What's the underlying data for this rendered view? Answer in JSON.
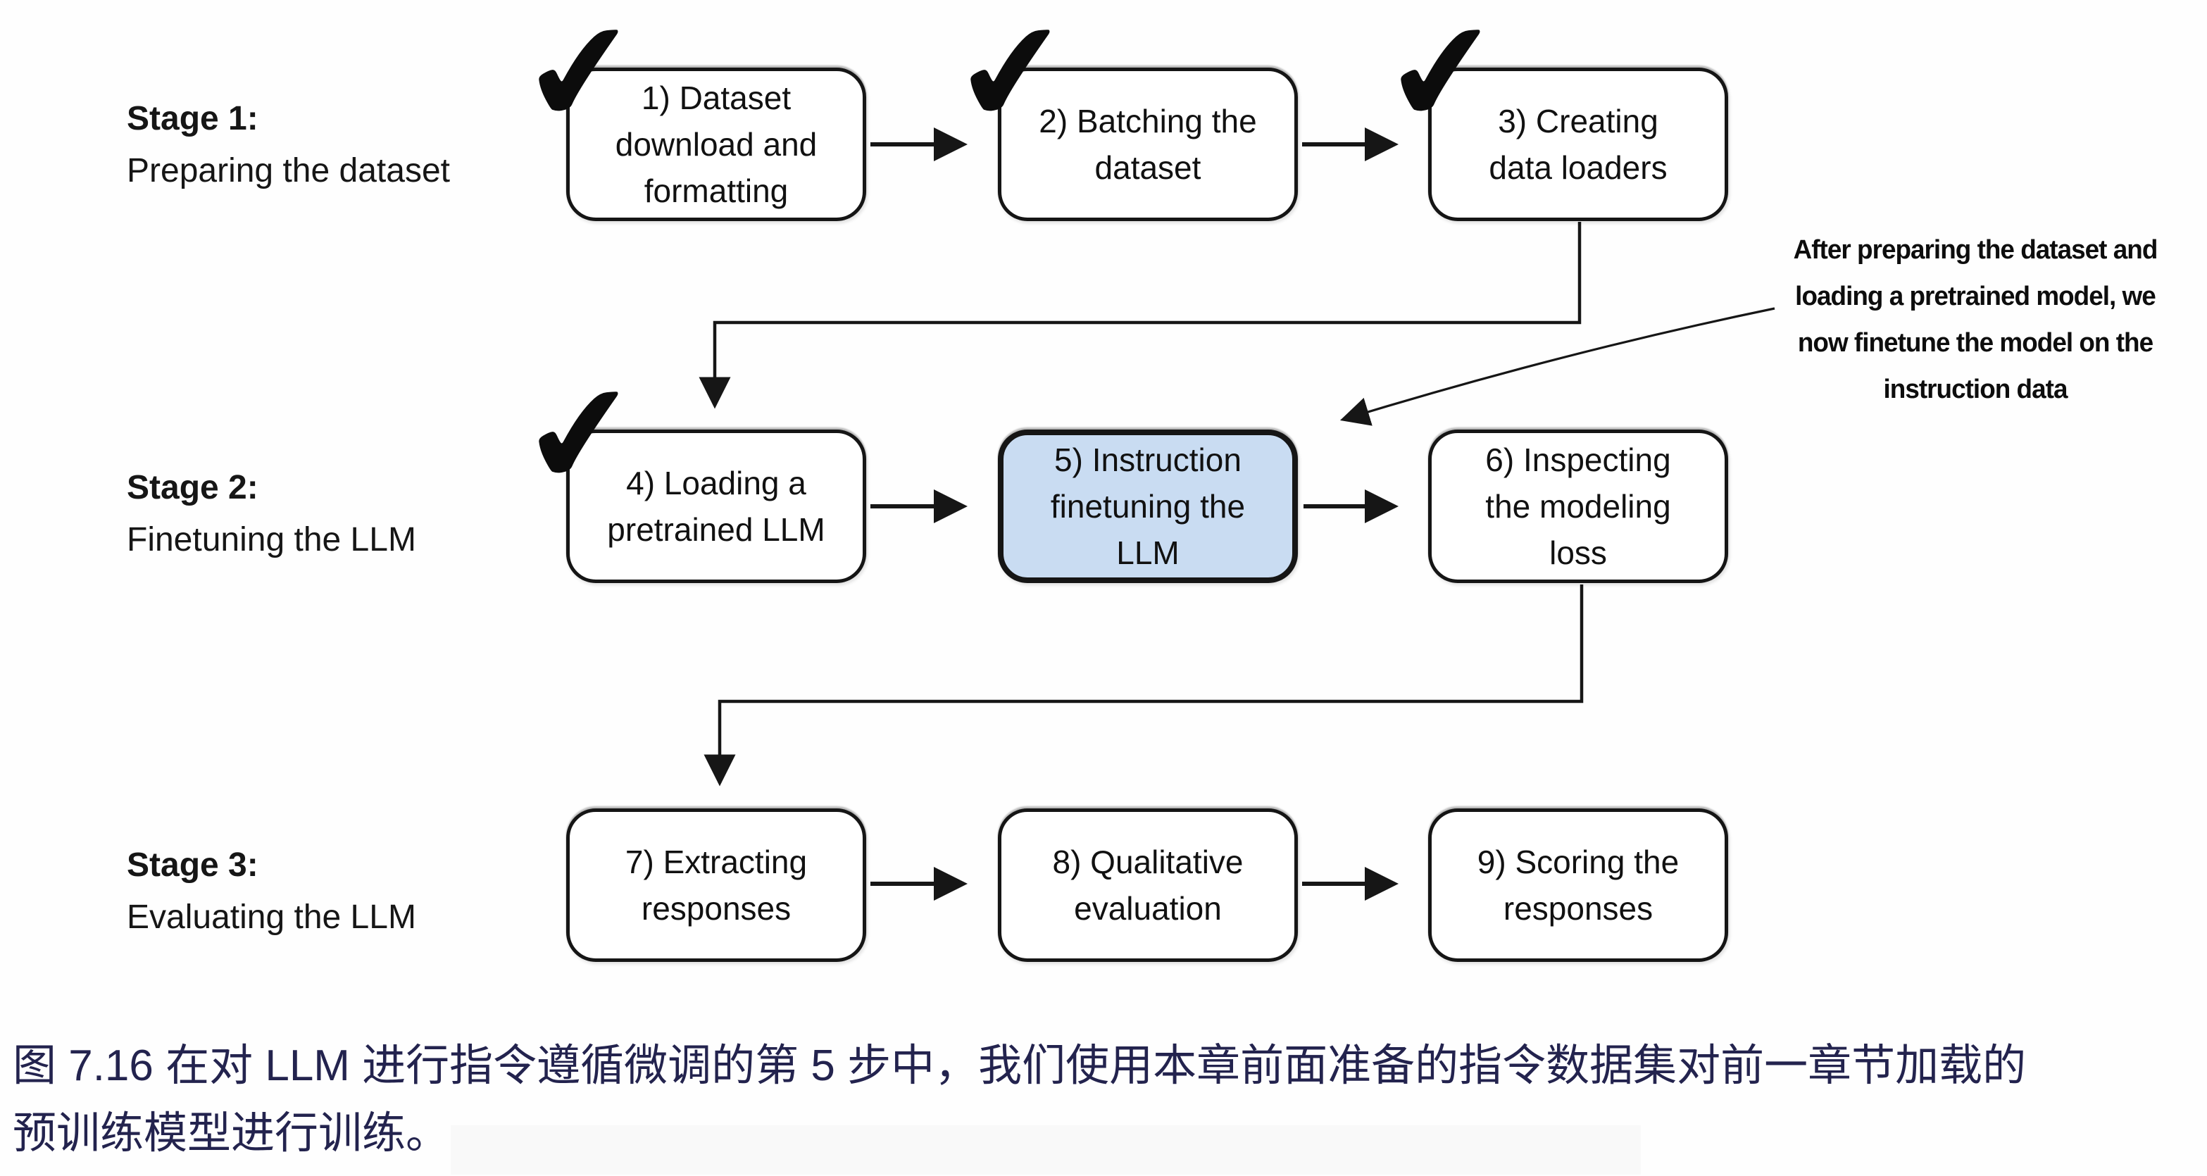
{
  "figure": {
    "stages": [
      {
        "title": "Stage 1:",
        "subtitle": "Preparing the dataset"
      },
      {
        "title": "Stage 2:",
        "subtitle": "Finetuning the LLM"
      },
      {
        "title": "Stage 3:",
        "subtitle": "Evaluating the LLM"
      }
    ],
    "boxes": [
      {
        "label": "1) Dataset\ndownload and\nformatting",
        "checked": true,
        "highlighted": false
      },
      {
        "label": "2) Batching the\ndataset",
        "checked": true,
        "highlighted": false
      },
      {
        "label": "3) Creating\ndata loaders",
        "checked": true,
        "highlighted": false
      },
      {
        "label": "4) Loading a\npretrained LLM",
        "checked": true,
        "highlighted": false
      },
      {
        "label": "5) Instruction\nfinetuning the\nLLM",
        "checked": false,
        "highlighted": true
      },
      {
        "label": "6) Inspecting\nthe modeling\nloss",
        "checked": false,
        "highlighted": false
      },
      {
        "label": "7) Extracting\nresponses",
        "checked": false,
        "highlighted": false
      },
      {
        "label": "8) Qualitative\nevaluation",
        "checked": false,
        "highlighted": false
      },
      {
        "label": "9) Scoring the\nresponses",
        "checked": false,
        "highlighted": false
      }
    ],
    "annotation": "After preparing the dataset and\nloading a pretrained model, we\nnow finetune the model on the\ninstruction data",
    "check_icon": "✔",
    "colors": {
      "highlight_fill": "#c9dcf2",
      "box_border": "#151515",
      "connector": "#161616",
      "caption_text": "#23234e"
    }
  },
  "caption": {
    "text": "图 7.16 在对 LLM 进行指令遵循微调的第 5 步中，我们使用本章前面准备的指令数据集对前一章节加载的\n预训练模型进行训练。"
  }
}
